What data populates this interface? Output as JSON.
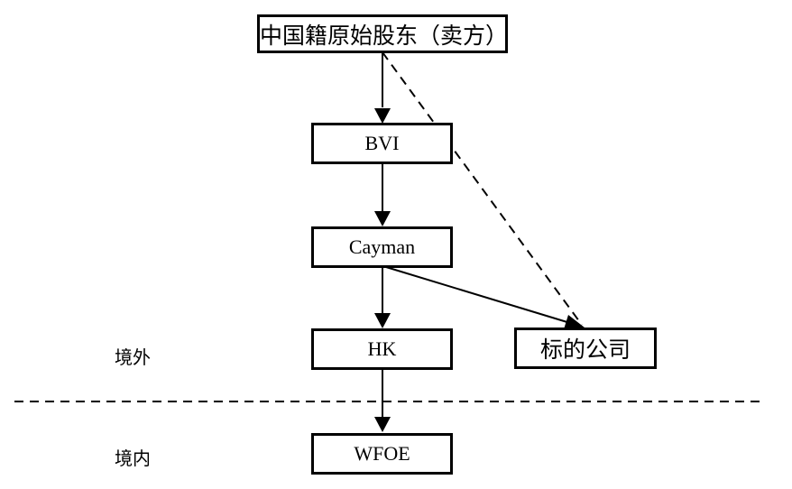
{
  "diagram": {
    "nodes": {
      "seller": "中国籍原始股东（卖方）",
      "bvi": "BVI",
      "cayman": "Cayman",
      "hk": "HK",
      "target": "标的公司",
      "wfoe": "WFOE"
    },
    "regions": {
      "offshore": "境外",
      "onshore": "境内"
    },
    "edges": [
      {
        "from": "seller",
        "to": "bvi",
        "style": "solid"
      },
      {
        "from": "bvi",
        "to": "cayman",
        "style": "solid"
      },
      {
        "from": "cayman",
        "to": "hk",
        "style": "solid"
      },
      {
        "from": "hk",
        "to": "wfoe",
        "style": "solid"
      },
      {
        "from": "cayman",
        "to": "target",
        "style": "solid"
      },
      {
        "from": "seller",
        "to": "target",
        "style": "dashed"
      }
    ],
    "colors": {
      "stroke": "#000000",
      "background": "#ffffff"
    }
  }
}
